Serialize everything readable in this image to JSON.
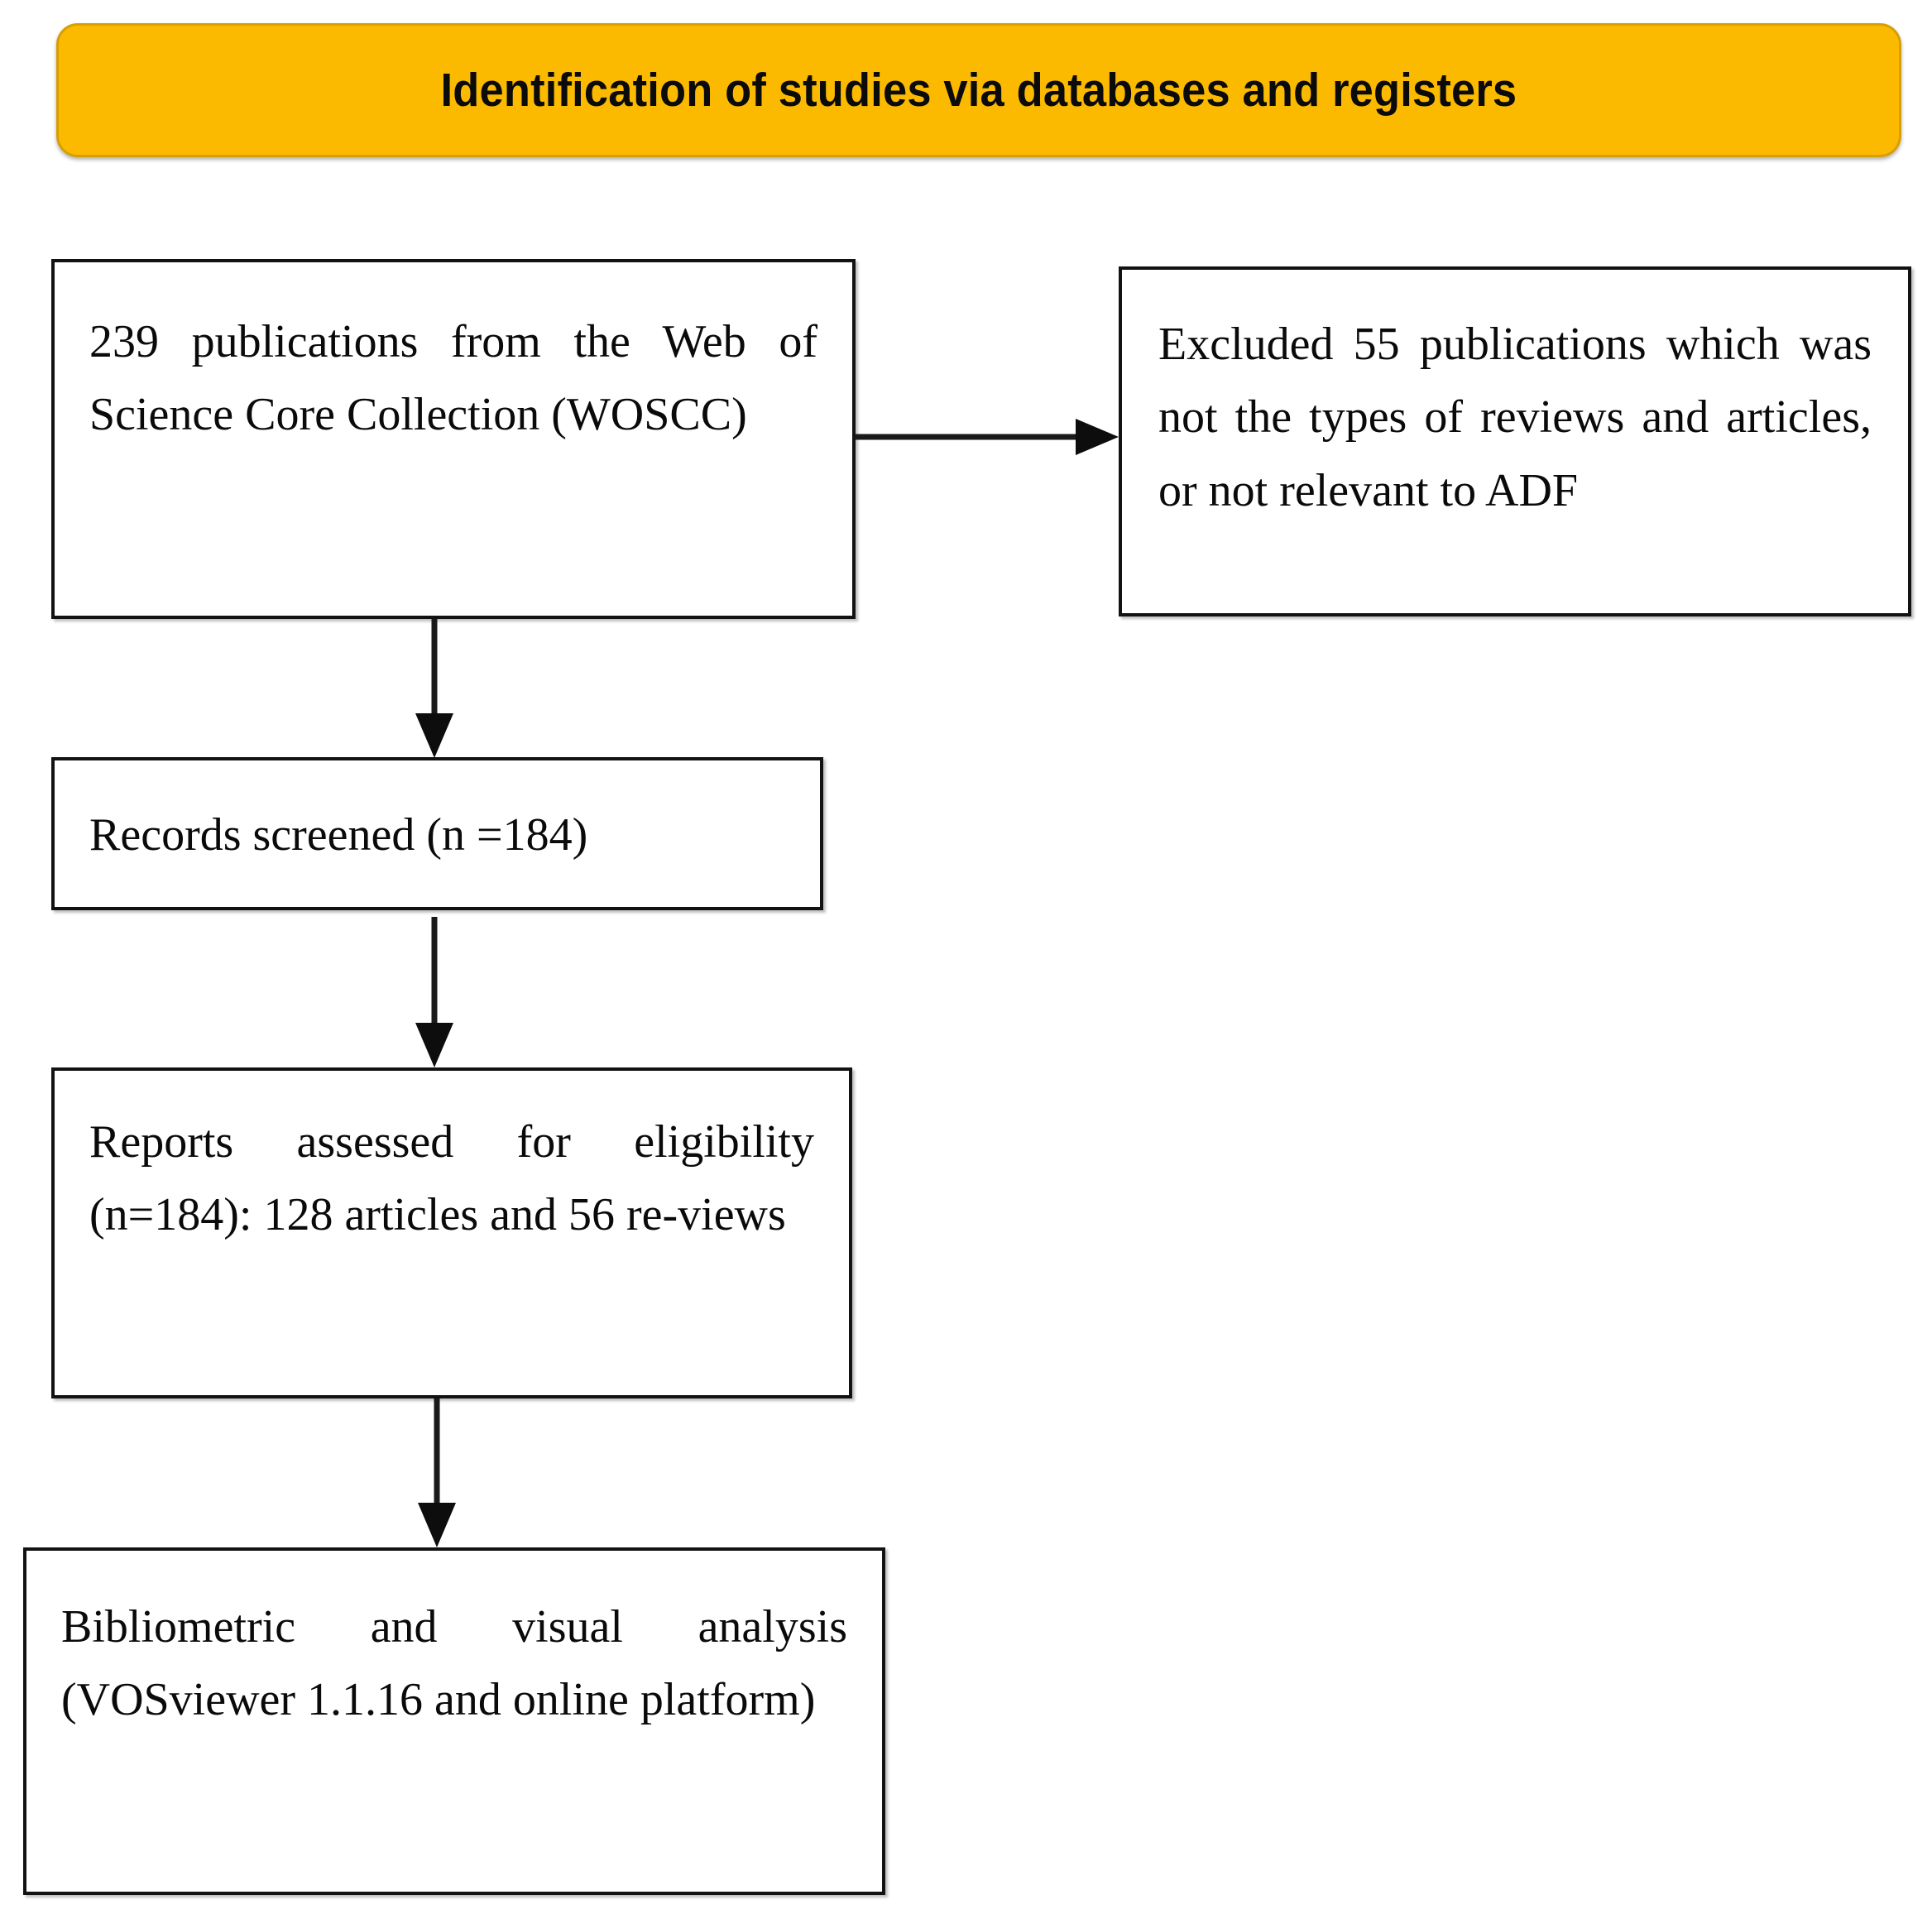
{
  "diagram": {
    "type": "prisma-flow-diagram",
    "banner": {
      "title": "Identification of studies via databases and registers",
      "background_color": "#FBBA00",
      "text_color": "#000000"
    },
    "boxes": [
      {
        "id": "source",
        "name": "records-identified-box",
        "text": "239 publications from the Web of Science Core Collection (WOSCC)",
        "count": 239
      },
      {
        "id": "excluded",
        "name": "records-excluded-box",
        "text": "Excluded 55 publications which was not the types of reviews and articles, or not relevant to ADF",
        "count": 55
      },
      {
        "id": "screened",
        "name": "records-screened-box",
        "text": "Records screened (n =184)",
        "count": 184
      },
      {
        "id": "eligibility",
        "name": "reports-assessed-eligibility-box",
        "text": "Reports assessed for eligibility (n=184): 128 articles and 56 re-views",
        "count": 184,
        "articles": 128,
        "reviews": 56
      },
      {
        "id": "analysis",
        "name": "bibliometric-analysis-box",
        "text": "Bibliometric and visual analysis (VOSviewer 1.1.16 and online platform)",
        "tool": "VOSviewer 1.1.16"
      }
    ],
    "connectors": [
      {
        "from": "source",
        "to": "excluded",
        "direction": "right",
        "name": "arrow-source-to-excluded"
      },
      {
        "from": "source",
        "to": "screened",
        "direction": "down",
        "name": "arrow-source-to-screened"
      },
      {
        "from": "screened",
        "to": "eligibility",
        "direction": "down",
        "name": "arrow-screened-to-eligibility"
      },
      {
        "from": "eligibility",
        "to": "analysis",
        "direction": "down",
        "name": "arrow-eligibility-to-analysis"
      }
    ],
    "style": {
      "border_color": "#121212",
      "box_fill": "#FFFFFF",
      "arrow_color": "#1A1A1A"
    }
  }
}
